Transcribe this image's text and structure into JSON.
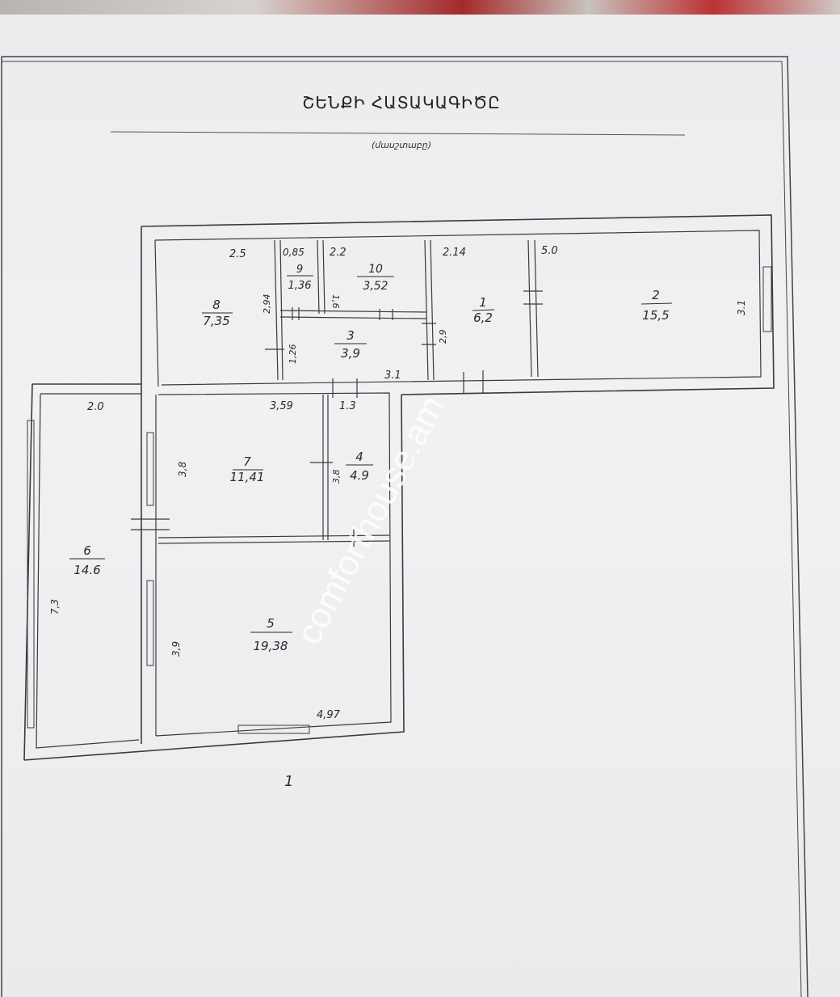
{
  "header": {
    "title": "ՇԵՆՔԻ ՀԱՏԱԿԱԳԻԾԸ",
    "subtitle": "(մասշտաբը)"
  },
  "watermark": "comforthouse.am",
  "rooms": [
    {
      "number": "1",
      "area": "6,2"
    },
    {
      "number": "2",
      "area": "15,5"
    },
    {
      "number": "3",
      "area": "3,9"
    },
    {
      "number": "4",
      "area": "4.9"
    },
    {
      "number": "5",
      "area": "19,38"
    },
    {
      "number": "6",
      "area": "14.6"
    },
    {
      "number": "7",
      "area": "11,41"
    },
    {
      "number": "8",
      "area": "7,35"
    },
    {
      "number": "9",
      "area": "1,36"
    },
    {
      "number": "10",
      "area": "3,52"
    }
  ],
  "dimensions": {
    "d_2_5": "2.5",
    "d_0_85": "0,85",
    "d_2_2": "2.2",
    "d_2_14": "2.14",
    "d_5_0": "5.0",
    "d_3_1_right": "3.1",
    "d_2_9_left": "2,94",
    "d_1_6": "1,6",
    "d_1_26": "1,26",
    "d_2_9": "2,9",
    "d_3_1": "3.1",
    "d_2_0": "2.0",
    "d_3_59": "3,59",
    "d_1_3": "1.3",
    "d_3_8_a": "3,8",
    "d_3_8_b": "3,8",
    "d_7_3": "7,3",
    "d_3_9": "3,9",
    "d_4_97": "4,97"
  },
  "page_mark": "1"
}
